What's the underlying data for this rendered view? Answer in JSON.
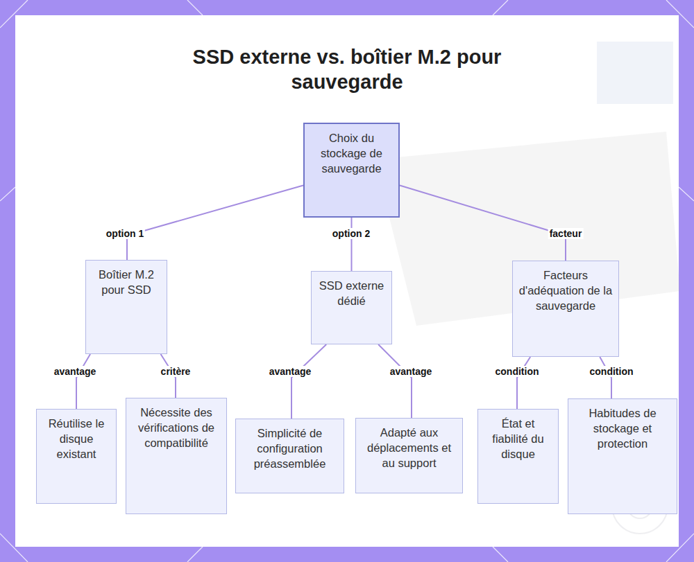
{
  "diagram": {
    "title": "SSD externe vs. boîtier M.2 pour sauvegarde",
    "nodes": [
      {
        "text": [
          "Choix du stockage de sauvegarde"
        ]
      },
      {
        "text": [
          "Boîtier M.2 pour SSD"
        ]
      },
      {
        "text": [
          "SSD externe dédié"
        ]
      },
      {
        "text": [
          "Facteurs d'adéquation de la sauvegarde"
        ]
      },
      {
        "text": [
          "Réutilise le disque existant"
        ]
      },
      {
        "text": [
          "Nécessite des vérifications de compatibilité"
        ]
      },
      {
        "text": [
          "Simplicité de configuration préassemblée"
        ]
      },
      {
        "text": [
          "Adapté aux déplacements et au support"
        ]
      },
      {
        "text": [
          "État et fiabilité du disque"
        ]
      },
      {
        "text": [
          "Habitudes de stockage et protection"
        ]
      }
    ],
    "edges": [
      {
        "from": 0,
        "to": 1,
        "label": "option 1",
        "arrow": "none"
      },
      {
        "from": 0,
        "to": 2,
        "label": "option 2",
        "arrow": "none"
      },
      {
        "from": 0,
        "to": 3,
        "label": "facteur",
        "arrow": "none"
      },
      {
        "from": 1,
        "to": 4,
        "label": "avantage",
        "arrow": "none"
      },
      {
        "from": 1,
        "to": 5,
        "label": "critère",
        "arrow": "none"
      },
      {
        "from": 2,
        "to": 6,
        "label": "avantage",
        "arrow": "none"
      },
      {
        "from": 2,
        "to": 7,
        "label": "avantage",
        "arrow": "none"
      },
      {
        "from": 3,
        "to": 8,
        "label": "condition",
        "arrow": "none"
      },
      {
        "from": 3,
        "to": 9,
        "label": "condition",
        "arrow": "none"
      }
    ]
  }
}
